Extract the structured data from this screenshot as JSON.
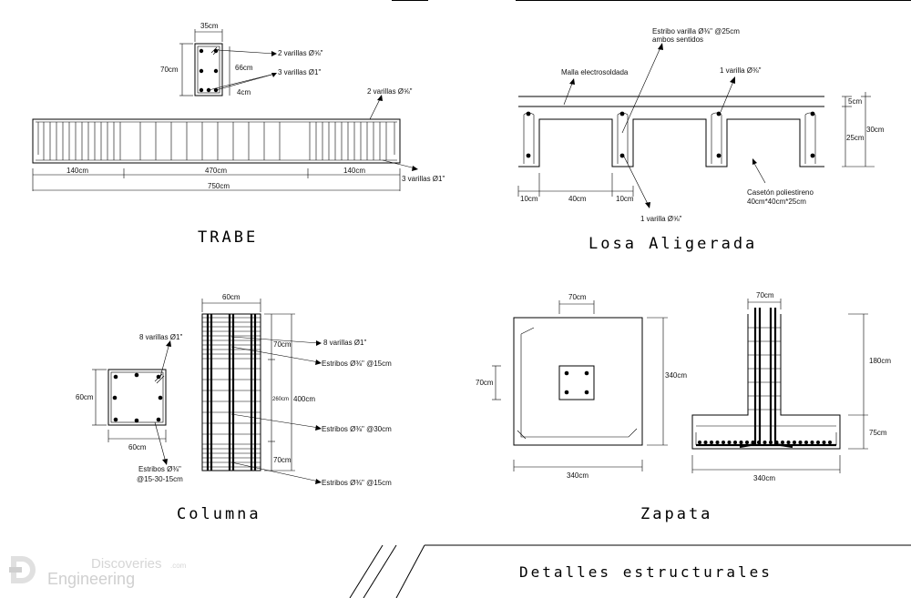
{
  "trabe": {
    "title": "TRABE",
    "section_width": "35cm",
    "section_height": "70cm",
    "inner_height": "66cm",
    "cover": "4cm",
    "top_bars": "2 varillas Ø⅝\"",
    "bottom_bars": "3 varillas Ø1\"",
    "elev_top_bars": "2 varillas Ø⅝\"",
    "elev_bottom_bars": "3 varillas Ø1\"",
    "span_left": "140cm",
    "span_mid": "470cm",
    "span_right": "140cm",
    "span_total": "750cm"
  },
  "losa": {
    "title": "Losa Aligerada",
    "estribo_note_1": "Estribo varilla Ø⅜\" @25cm",
    "estribo_note_2": "ambos sentidos",
    "malla": "Malla electrosoldada",
    "top_bar": "1 varilla Ø⅜\"",
    "bottom_bar": "1 varilla Ø⅝\"",
    "dim_5": "5cm",
    "dim_25": "25cm",
    "dim_30": "30cm",
    "dim_10a": "10cm",
    "dim_40": "40cm",
    "dim_10b": "10cm",
    "caseton_1": "Casetón poliestireno",
    "caseton_2": "40cm*40cm*25cm"
  },
  "columna": {
    "title": "Columna",
    "width": "60cm",
    "height": "60cm",
    "bottom_width": "60cm",
    "bars": "8 varillas Ø1\"",
    "estribos_1": "Estribos Ø⅜\"",
    "estribos_2": "@15-30-15cm",
    "elev_width": "60cm",
    "elev_70_top": "70cm",
    "elev_260": "260cm",
    "elev_400": "400cm",
    "elev_70_bot": "70cm",
    "elev_bars": "8 varillas Ø1\"",
    "est_top": "Estribos  Ø⅜\" @15cm",
    "est_mid": "Estribos  Ø⅜\" @30cm",
    "est_bot": "Estribos  Ø⅜\" @15cm"
  },
  "zapata": {
    "title": "Zapata",
    "plan_col": "70cm",
    "plan_col_side": "70cm",
    "plan_side": "340cm",
    "plan_bottom": "340cm",
    "sec_col": "70cm",
    "sec_180": "180cm",
    "sec_75": "75cm",
    "sec_bottom": "340cm"
  },
  "footer": {
    "title": "Detalles estructurales",
    "brand_top": "Discoveries",
    "brand_com": ".com",
    "brand_bottom": "Engineering"
  },
  "colors": {
    "ink": "#000000",
    "logo": "#d9d9d9"
  }
}
